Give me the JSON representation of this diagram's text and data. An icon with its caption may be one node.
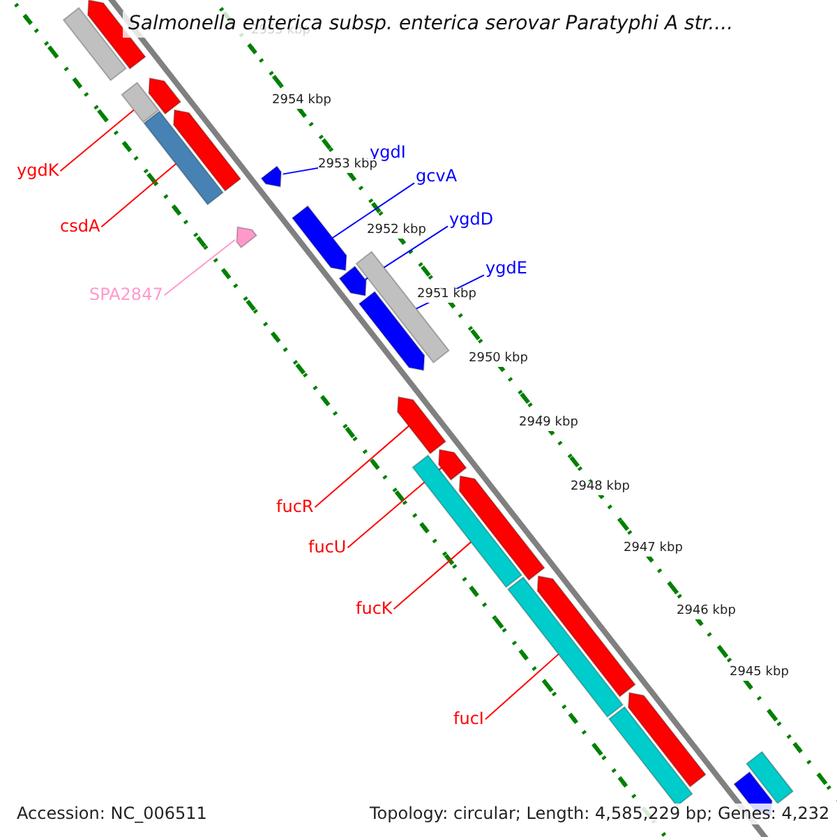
{
  "diagram": {
    "title": "Salmonella enterica subsp. enterica serovar Paratyphi A str....",
    "nodes": [
      {
        "text": [
          "ygdK"
        ]
      },
      {
        "text": [
          "csdA"
        ]
      },
      {
        "text": [
          "SPA2847"
        ]
      },
      {
        "text": [
          "ygdI"
        ]
      },
      {
        "text": [
          "gcvA"
        ]
      },
      {
        "text": [
          "ygdD"
        ]
      },
      {
        "text": [
          "ygdE"
        ]
      },
      {
        "text": [
          "fucR"
        ]
      },
      {
        "text": [
          "fucU"
        ]
      },
      {
        "text": [
          "fucK"
        ]
      },
      {
        "text": [
          "fucI"
        ]
      },
      {
        "text": [],
        "shape": "bar"
      },
      {
        "text": [],
        "shape": "bar"
      },
      {
        "text": [],
        "shape": "bar"
      },
      {
        "text": [],
        "shape": "bar"
      },
      {
        "text": [],
        "shape": "bar"
      },
      {
        "text": [],
        "shape": "bar"
      },
      {
        "text": [],
        "shape": "bar"
      },
      {
        "text": [],
        "shape": "bar"
      },
      {
        "text": [],
        "shape": "bar"
      },
      {
        "text": [],
        "shape": "bar"
      },
      {
        "text": [],
        "shape": "bar"
      },
      {
        "text": [],
        "shape": "bar"
      },
      {
        "text": [],
        "shape": "bar"
      },
      {
        "text": [],
        "shape": "bar"
      },
      {
        "text": [],
        "shape": "bar"
      },
      {
        "text": [],
        "shape": "bar"
      },
      {
        "text": [],
        "shape": "bar"
      },
      {
        "text": [],
        "shape": "bar"
      },
      {
        "text": [],
        "shape": "bar"
      },
      {
        "text": [],
        "shape": "bar"
      },
      {
        "text": [],
        "shape": "bar"
      },
      {
        "text": [],
        "shape": "bar"
      }
    ],
    "edges": [
      {
        "from": 0,
        "to": 13,
        "arrow": "none"
      },
      {
        "from": 1,
        "to": 15,
        "arrow": "none"
      },
      {
        "from": 2,
        "to": 18,
        "arrow": "none",
        "color": "#ff99cc"
      },
      {
        "from": 3,
        "to": 17,
        "arrow": "none",
        "color": "#0000ff"
      },
      {
        "from": 4,
        "to": 19,
        "arrow": "none",
        "color": "#0000ff"
      },
      {
        "from": 5,
        "to": 21,
        "arrow": "none",
        "color": "#0000ff"
      },
      {
        "from": 6,
        "to": 20,
        "arrow": "none",
        "color": "#0000ff"
      },
      {
        "from": 7,
        "to": 23,
        "arrow": "none"
      },
      {
        "from": 8,
        "to": 25,
        "arrow": "none"
      },
      {
        "from": 9,
        "to": 24,
        "arrow": "none"
      },
      {
        "from": 10,
        "to": 27,
        "arrow": "none"
      }
    ],
    "labels": [
      "2955 kbp",
      "2954 kbp",
      "2953 kbp",
      "2952 kbp",
      "2951 kbp",
      "2950 kbp",
      "2949 kbp",
      "2948 kbp",
      "2947 kbp",
      "2946 kbp",
      "2945 kbp",
      "Accession: NC_006511",
      "Topology: circular; Length: 4,585,229 bp; Genes: 4,232"
    ]
  }
}
